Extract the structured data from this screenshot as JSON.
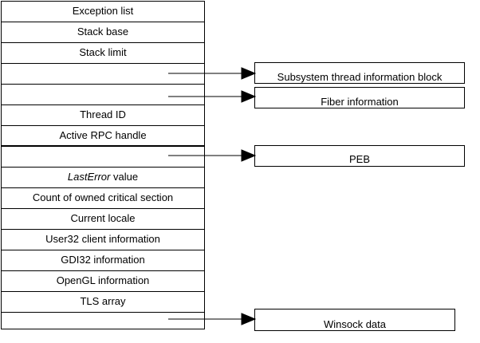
{
  "stack_rows": [
    {
      "label": "Exception list"
    },
    {
      "label": "Stack base"
    },
    {
      "label": "Stack limit"
    },
    {
      "label": ""
    },
    {
      "label": ""
    },
    {
      "label": "Thread ID"
    },
    {
      "label": "Active RPC handle"
    },
    {
      "label": ""
    },
    {
      "label": "value",
      "italic_prefix": "LastError"
    },
    {
      "label": "Count of owned critical section"
    },
    {
      "label": "Current locale"
    },
    {
      "label": "User32 client information"
    },
    {
      "label": "GDI32 information"
    },
    {
      "label": "OpenGL information"
    },
    {
      "label": "TLS array"
    },
    {
      "label": ""
    }
  ],
  "targets": {
    "subsystem": "Subsystem thread information block",
    "fiber": "Fiber information",
    "peb": "PEB",
    "winsock": "Winsock data"
  }
}
